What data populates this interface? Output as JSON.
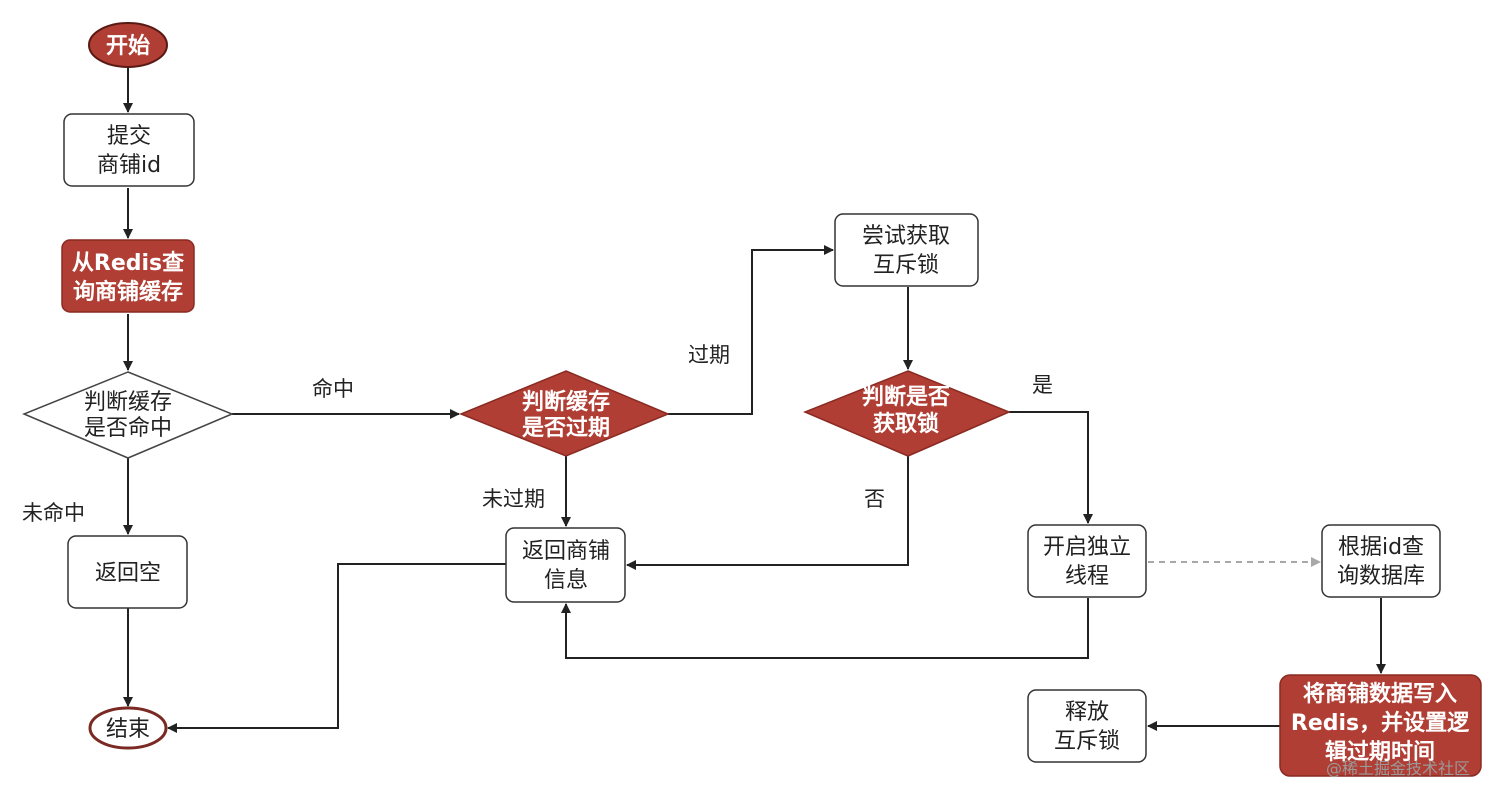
{
  "colors": {
    "accent": "#b03e34",
    "box_stroke": "#333333",
    "line": "#222222",
    "dashed": "#a8a8a8"
  },
  "nodes": {
    "start": "开始",
    "submit": [
      "提交",
      "商铺id"
    ],
    "query_redis": [
      "从Redis查",
      "询商铺缓存"
    ],
    "hit_check": [
      "判断缓存",
      "是否命中"
    ],
    "return_empty": "返回空",
    "end": "结束",
    "expire_check": [
      "判断缓存",
      "是否过期"
    ],
    "return_shop": [
      "返回商铺",
      "信息"
    ],
    "try_lock": [
      "尝试获取",
      "互斥锁"
    ],
    "lock_check": [
      "判断是否",
      "获取锁"
    ],
    "start_thread": [
      "开启独立",
      "线程"
    ],
    "query_db": [
      "根据id查",
      "询数据库"
    ],
    "write_redis": [
      "将商铺数据写入",
      "Redis，并设置逻",
      "辑过期时间"
    ],
    "release_lock": [
      "释放",
      "互斥锁"
    ]
  },
  "edges": {
    "hit": "命中",
    "miss": "未命中",
    "expired": "过期",
    "not_expired": "未过期",
    "yes": "是",
    "no": "否"
  },
  "watermark": "@稀土掘金技术社区"
}
